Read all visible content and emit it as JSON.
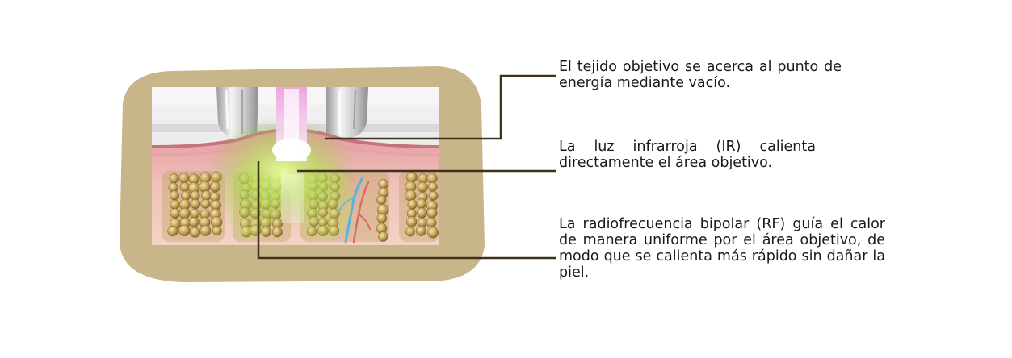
{
  "callouts": [
    {
      "text": "El tejido objetivo se acerca al punto de energía mediante vacío."
    },
    {
      "text": "La luz infrarroja (IR) calienta directamente el área objetivo."
    },
    {
      "text": "La radiofrecuencia bipolar (RF) guía el calor de manera uniforme por el área objetivo, de modo que se calienta más rápido sin dañar la piel."
    }
  ],
  "colors": {
    "frame": "#c8b58a",
    "leader": "#3e321c",
    "text": "#1a1a1a",
    "skin": "#e9a9a7",
    "fat_cell": "#c9a95e",
    "ir_light": "#f4c9ea",
    "rf_glow": "#b6e35a"
  },
  "icons": [
    "vacuum-applicator-icon",
    "fat-cell-icon",
    "blood-vessel-icon"
  ]
}
